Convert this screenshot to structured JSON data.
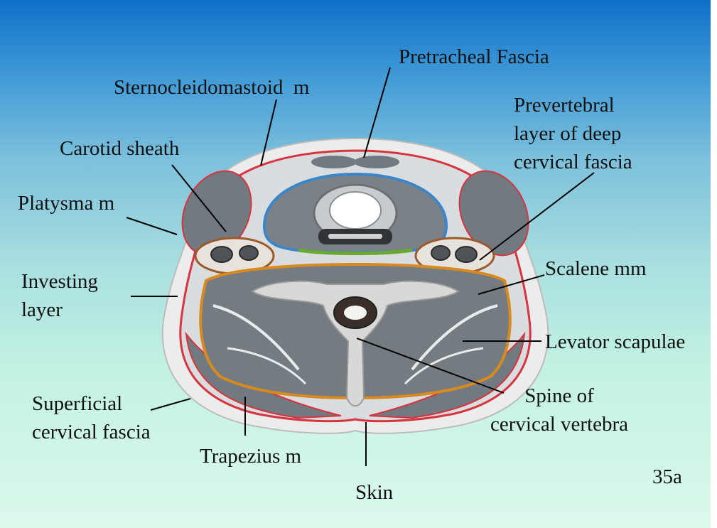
{
  "labels": {
    "pretracheal_fascia": "Pretracheal Fascia",
    "sternocleidomastoid": "Sternocleidomastoid  m",
    "prevertebral_layer": "Prevertebral\nlayer of deep\ncervical fascia",
    "carotid_sheath": "Carotid sheath",
    "platysma": "Platysma m",
    "investing_layer": "Investing\nlayer",
    "scalene": "Scalene mm",
    "levator_scapulae": "Levator scapulae",
    "superficial_cervical_fascia": "Superficial\ncervical fascia",
    "spine_of_vertebra": "Spine of\ncervical vertebra",
    "trapezius": "Trapezius m",
    "skin": "Skin"
  },
  "slide_number": "35a",
  "colors": {
    "investing_fascia": "#d8343f",
    "pretracheal_fascia": "#3a86c8",
    "prevertebral_fascia": "#d88a1e",
    "carotid_sheath": "#9a5a2a",
    "visceral_layer": "#6aa830",
    "muscle": "#707a80",
    "skin": "#eaeaea"
  }
}
